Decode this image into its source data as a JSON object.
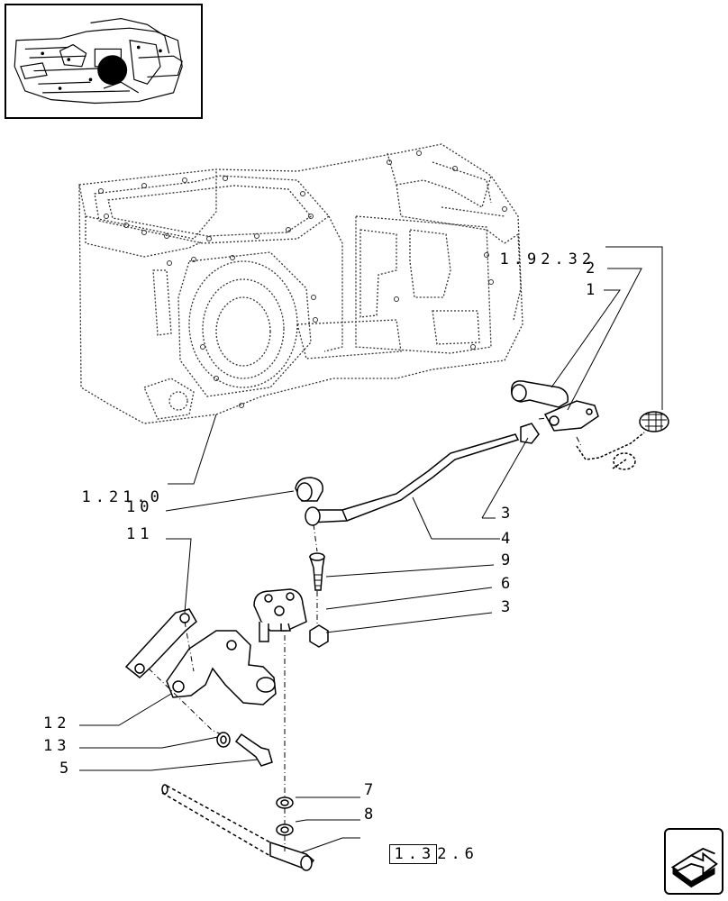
{
  "callouts": {
    "c1": "1",
    "c2": "2",
    "c3a": "3",
    "c3b": "3",
    "c4": "4",
    "c5": "5",
    "c6": "6",
    "c7": "7",
    "c8": "8",
    "c9": "9",
    "c10": "10",
    "c11": "11",
    "c12": "12",
    "c13": "13"
  },
  "refs": {
    "r1": {
      "boxed": "1.92.32",
      "plain": ""
    },
    "r2": {
      "boxed_a": "1.2",
      "boxed_b": "1.0",
      "label": "1.21.0"
    },
    "r3": {
      "boxed": "1.3",
      "plain": "2.6"
    }
  },
  "icons": {
    "thumbnail": "transmission-thumbnail-icon",
    "nav": "next-page-arrow-icon"
  }
}
